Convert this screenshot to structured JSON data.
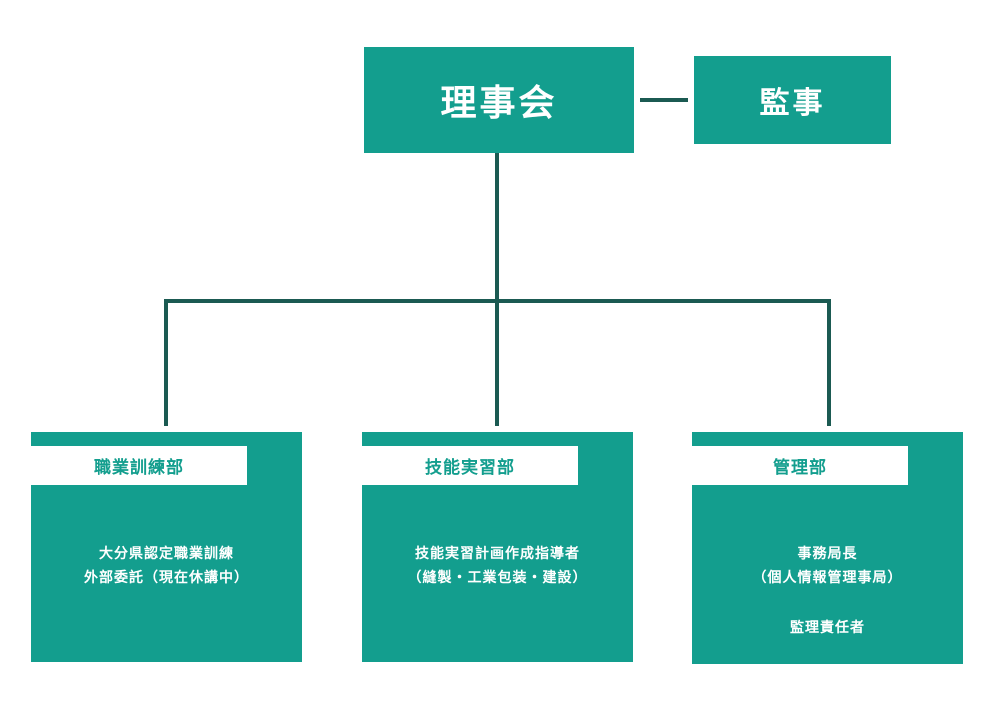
{
  "board": {
    "label": "理事会"
  },
  "auditor": {
    "label": "監事"
  },
  "departments": [
    {
      "label": "職業訓練部",
      "lines": [
        "大分県認定職業訓練",
        "外部委託（現在休講中）"
      ]
    },
    {
      "label": "技能実習部",
      "lines": [
        "技能実習計画作成指導者",
        "（縫製・工業包装・建設）"
      ]
    },
    {
      "label": "管理部",
      "lines": [
        "事務局長",
        "（個人情報管理事局）",
        "",
        "監理責任者"
      ]
    }
  ],
  "colors": {
    "box_fill": "#139e8e",
    "connector": "#1b5a52",
    "label_background": "#ffffff"
  }
}
